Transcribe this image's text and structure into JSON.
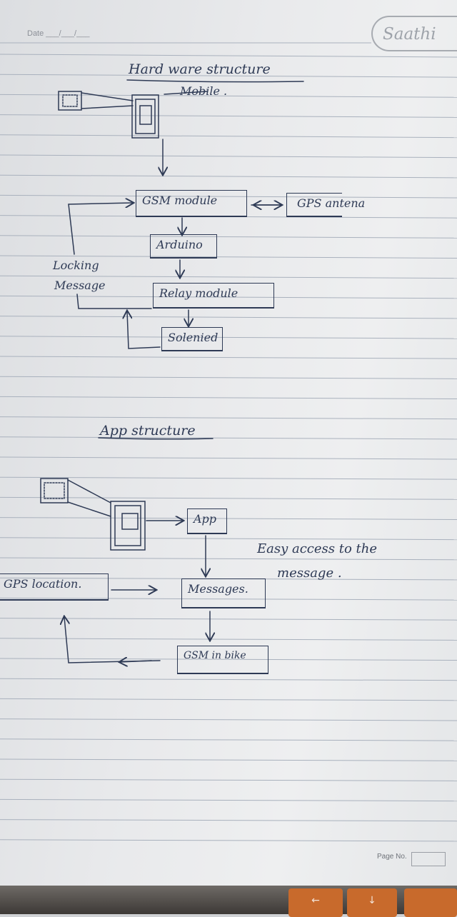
{
  "notebook": {
    "date_label": "Date ___/___/___",
    "brand": "Saathi",
    "page_no_label": "Page No."
  },
  "hardware": {
    "title": "Hard ware structure",
    "mobile_label": "Mobile .",
    "gsm_module": "GSM module",
    "gps_antenna": "GPS antena",
    "arduino": "Arduino",
    "relay_module": "Relay module",
    "solenoid": "Solenied",
    "locking_message_line1": "Locking",
    "locking_message_line2": "Message"
  },
  "app": {
    "title": "App structure",
    "app_box": "App",
    "messages_box": "Messages.",
    "gps_location_box": "GPS location.",
    "gsm_in_bike_box": "GSM in bike",
    "easy_access_line1": "Easy access to the",
    "easy_access_line2": "message ."
  },
  "keyboard": {
    "key_left_arrow": "←",
    "key_down_arrow": "↓"
  },
  "colors": {
    "ink": "#2e3a55",
    "paper": "#eceded",
    "rule_line": "#a9b1bd"
  }
}
